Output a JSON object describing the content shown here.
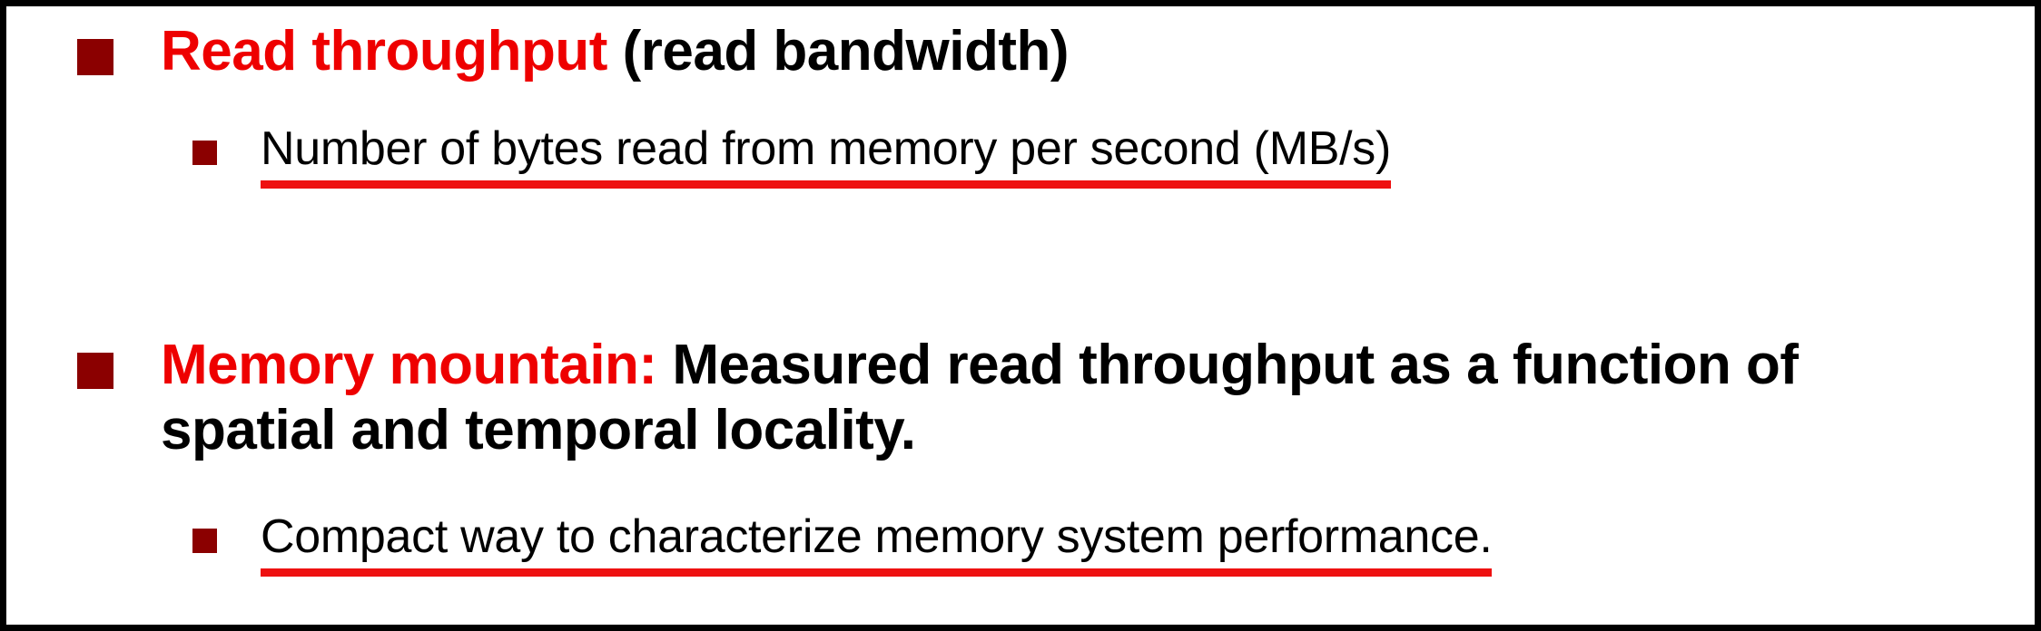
{
  "slide": {
    "border_color": "#000000",
    "background": "#ffffff",
    "accent_red": "#EE0000",
    "marker_color": "#8B0000",
    "underline_color": "#EE1111"
  },
  "bullets": [
    {
      "level": 1,
      "marker": "square-bullet-icon",
      "highlight": "Read throughput",
      "rest": " (read bandwidth)"
    },
    {
      "level": 2,
      "marker": "square-bullet-icon",
      "text": "Number of bytes read from memory per second (MB/s)"
    },
    {
      "level": 1,
      "marker": "square-bullet-icon",
      "highlight": "Memory mountain:",
      "rest": " Measured read throughput as a function of spatial and temporal locality."
    },
    {
      "level": 2,
      "marker": "square-bullet-icon",
      "text": "Compact way to characterize memory system performance."
    }
  ]
}
